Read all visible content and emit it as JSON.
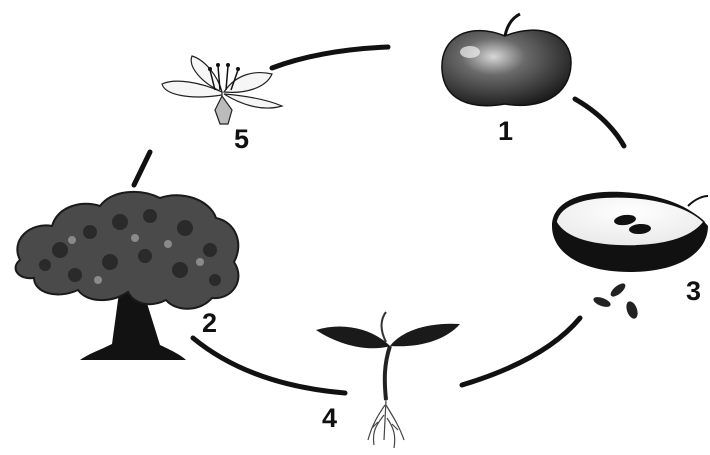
{
  "diagram": {
    "stages": [
      {
        "label": "1",
        "icon": "apple-icon"
      },
      {
        "label": "2",
        "icon": "tree-icon"
      },
      {
        "label": "3",
        "icon": "cut-apple-icon"
      },
      {
        "label": "4",
        "icon": "seedling-icon"
      },
      {
        "label": "5",
        "icon": "flower-icon"
      }
    ],
    "seeds_icon": "seeds-icon",
    "arrow_color": "#111111"
  }
}
